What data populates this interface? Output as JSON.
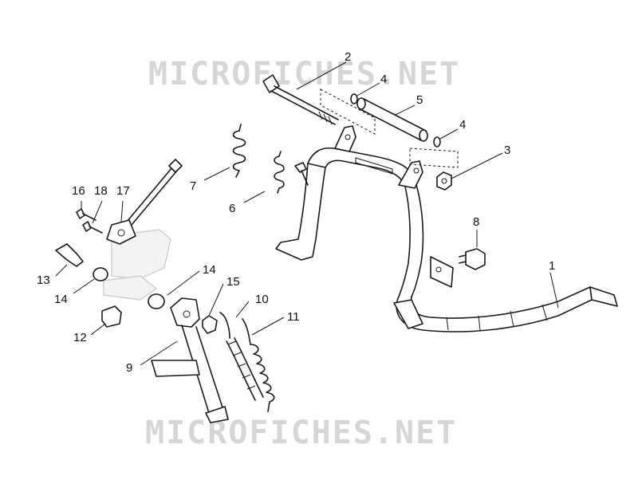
{
  "watermark": {
    "top": "MICROFICHES.NET",
    "bottom": "MICROFICHES.NET"
  },
  "callouts": [
    {
      "id": "c1",
      "label": "1"
    },
    {
      "id": "c2",
      "label": "2"
    },
    {
      "id": "c3",
      "label": "3"
    },
    {
      "id": "c4a",
      "label": "4"
    },
    {
      "id": "c4b",
      "label": "4"
    },
    {
      "id": "c5",
      "label": "5"
    },
    {
      "id": "c6",
      "label": "6"
    },
    {
      "id": "c7",
      "label": "7"
    },
    {
      "id": "c8",
      "label": "8"
    },
    {
      "id": "c9",
      "label": "9"
    },
    {
      "id": "c10",
      "label": "10"
    },
    {
      "id": "c11",
      "label": "11"
    },
    {
      "id": "c12",
      "label": "12"
    },
    {
      "id": "c13",
      "label": "13"
    },
    {
      "id": "c14a",
      "label": "14"
    },
    {
      "id": "c14b",
      "label": "14"
    },
    {
      "id": "c15",
      "label": "15"
    },
    {
      "id": "c16",
      "label": "16"
    },
    {
      "id": "c17",
      "label": "17"
    },
    {
      "id": "c18",
      "label": "18"
    }
  ]
}
